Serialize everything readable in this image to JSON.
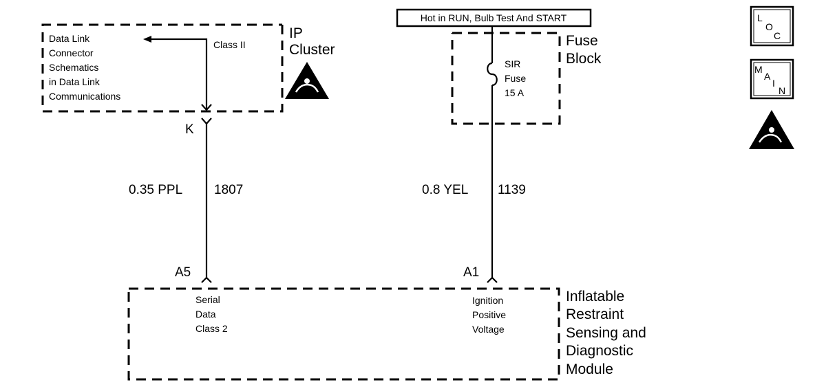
{
  "ip_cluster": {
    "title_line1": "IP",
    "title_line2": "Cluster",
    "dlc_lines": [
      "Data Link",
      "Connector",
      "Schematics",
      "in Data Link",
      "Communications"
    ],
    "class_label": "Class II",
    "connector_pin": "K"
  },
  "wire_left": {
    "gauge_color": "0.35 PPL",
    "circuit": "1807",
    "pin": "A5"
  },
  "fuse_block": {
    "power_label": "Hot in RUN, Bulb Test And START",
    "title_line1": "Fuse",
    "title_line2": "Block",
    "fuse_lines": [
      "SIR",
      "Fuse",
      "15 A"
    ]
  },
  "wire_right": {
    "gauge_color": "0.8 YEL",
    "circuit": "1139",
    "pin": "A1"
  },
  "module": {
    "left_terminal": [
      "Serial",
      "Data",
      "Class 2"
    ],
    "right_terminal": [
      "Ignition",
      "Positive",
      "Voltage"
    ],
    "title_lines": [
      "Inflatable",
      "Restraint",
      "Sensing and",
      "Diagnostic",
      "Module"
    ]
  },
  "side_icons": {
    "loc": [
      "L",
      "O",
      "C"
    ],
    "main": [
      "M",
      "A",
      "I",
      "N"
    ]
  },
  "icons": [
    "esd-warning-icon",
    "loc-icon",
    "main-icon"
  ]
}
